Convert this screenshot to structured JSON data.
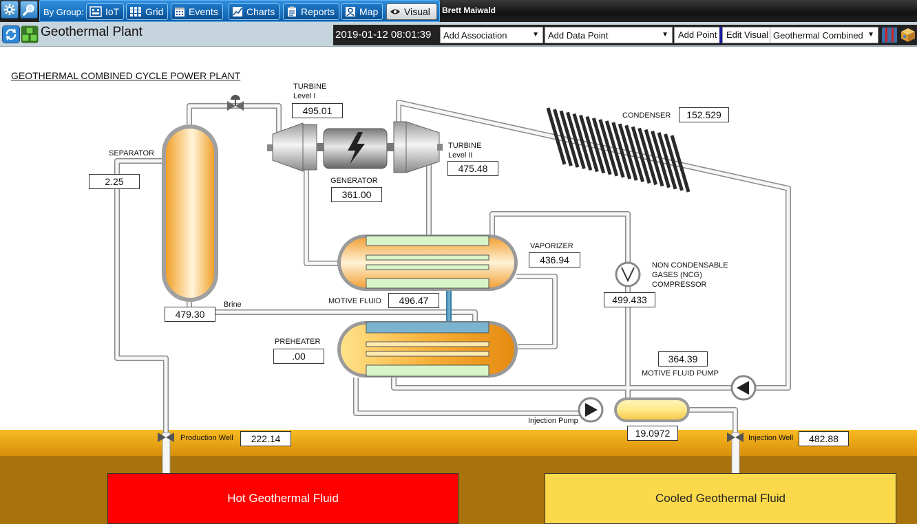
{
  "toolbar": {
    "group_label": "By Group:",
    "buttons": [
      {
        "label": "IoT",
        "icon": "iot-icon"
      },
      {
        "label": "Grid",
        "icon": "grid-icon"
      },
      {
        "label": "Events",
        "icon": "calendar-icon"
      },
      {
        "label": "Charts",
        "icon": "chart-icon"
      },
      {
        "label": "Reports",
        "icon": "report-icon"
      },
      {
        "label": "Map",
        "icon": "map-icon"
      },
      {
        "label": "Visual",
        "icon": "eye-icon",
        "active": true
      }
    ],
    "user": "Brett Maiwald",
    "left_icons": [
      "gear-icon",
      "search-icon"
    ]
  },
  "titlebar": {
    "title": "Geothermal Plant",
    "icons": [
      "refresh-icon",
      "group-blocks-icon"
    ],
    "timestamp": "2019-01-12 08:01:39",
    "add_association": "Add Association",
    "add_data_point": "Add Data Point",
    "add_point": "Add Point",
    "edit_visual": "Edit Visual",
    "visual_select": "Geothermal Combined",
    "right_icons": [
      "panel-icon",
      "package-icon"
    ]
  },
  "diagram": {
    "title": "GEOTHERMAL COMBINED CYCLE POWER PLANT",
    "labels": {
      "turbine1": "TURBINE",
      "turbine1_level": "Level I",
      "turbine2": "TURBINE",
      "turbine2_level": "Level II",
      "condenser": "CONDENSER",
      "separator": "SEPARATOR",
      "generator": "GENERATOR",
      "vaporizer": "VAPORIZER",
      "ncg1": "NON CONDENSABLE",
      "ncg2": "GASES (NCG)",
      "ncg3": "COMPRESSOR",
      "brine": "Brine",
      "motive_fluid": "MOTIVE FLUID",
      "preheater": "PREHEATER",
      "motive_fluid_pump": "MOTIVE FLUID PUMP",
      "injection_pump": "Injection Pump",
      "production_well": "Production Well",
      "injection_well": "Injection Well"
    },
    "values": {
      "turbine1": "495.01",
      "condenser": "152.529",
      "turbine2": "475.48",
      "separator": "2.25",
      "generator": "361.00",
      "vaporizer": "436.94",
      "ncg": "499.433",
      "brine": "479.30",
      "motive_fluid": "496.47",
      "preheater": ".00",
      "motive_fluid_pump": "364.39",
      "injection": "19.0972",
      "production_well": "222.14",
      "injection_well": "482.88"
    },
    "fluids": {
      "hot": "Hot Geothermal Fluid",
      "cooled": "Cooled Geothermal Fluid"
    },
    "colors": {
      "hot_fluid": "#ff0000",
      "cooled_fluid": "#fbd94a",
      "ground_top": "#f0a81c",
      "ground": "#a8720c"
    }
  }
}
